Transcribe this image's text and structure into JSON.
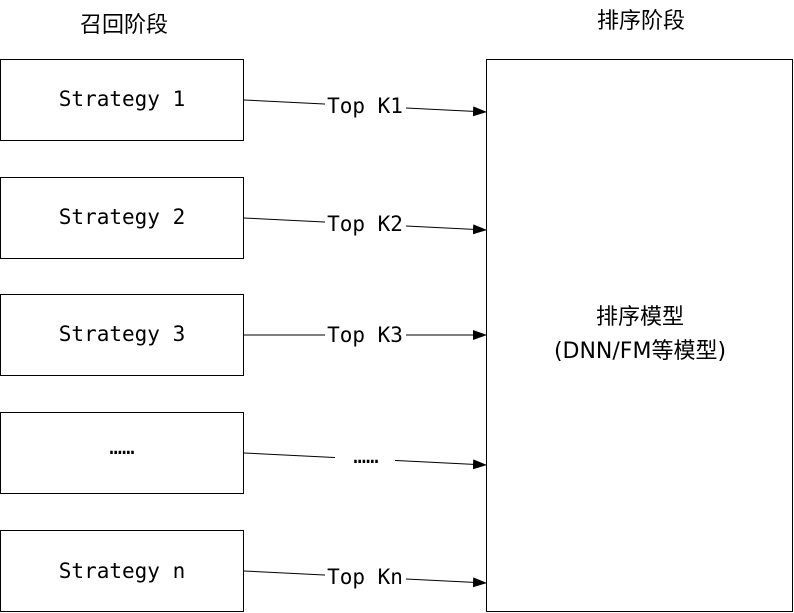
{
  "recall_stage": {
    "heading": "召回阶段",
    "strategies": [
      {
        "label": "Strategy 1",
        "edge_label": "Top K1"
      },
      {
        "label": "Strategy 2",
        "edge_label": "Top K2"
      },
      {
        "label": "Strategy 3",
        "edge_label": "Top K3"
      },
      {
        "label": "……",
        "edge_label": "……"
      },
      {
        "label": "Strategy n",
        "edge_label": "Top Kn"
      }
    ]
  },
  "ranking_stage": {
    "heading": "排序阶段",
    "model_title": "排序模型",
    "model_subtitle": "(DNN/FM等模型)"
  },
  "colors": {
    "stroke": "#000000",
    "background": "#ffffff"
  }
}
